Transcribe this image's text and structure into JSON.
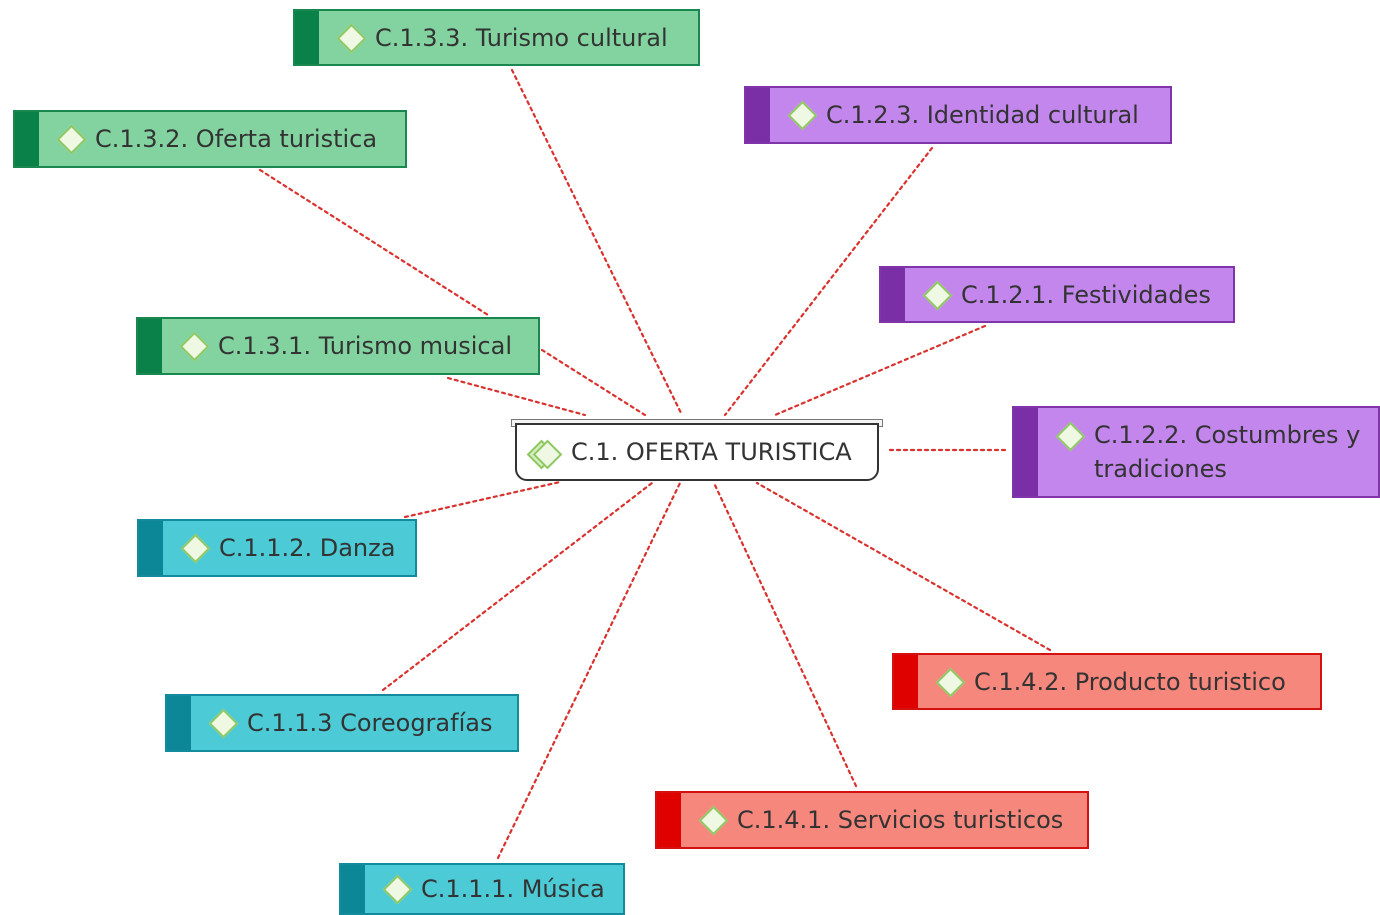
{
  "central": {
    "label": "C.1. OFERTA TURISTICA"
  },
  "nodes": [
    {
      "id": "c133",
      "label": "C.1.3.3. Turismo cultural",
      "group": "green"
    },
    {
      "id": "c132",
      "label": "C.1.3.2. Oferta turistica",
      "group": "green"
    },
    {
      "id": "c131",
      "label": "C.1.3.1. Turismo musical",
      "group": "green"
    },
    {
      "id": "c123",
      "label": "C.1.2.3. Identidad cultural",
      "group": "purple"
    },
    {
      "id": "c121",
      "label": "C.1.2.1. Festividades",
      "group": "purple"
    },
    {
      "id": "c122",
      "label": "C.1.2.2. Costumbres y tradiciones",
      "group": "purple"
    },
    {
      "id": "c112",
      "label": "C.1.1.2. Danza",
      "group": "teal"
    },
    {
      "id": "c113",
      "label": "C.1.1.3 Coreografías",
      "group": "teal"
    },
    {
      "id": "c111",
      "label": "C.1.1.1. Música",
      "group": "teal"
    },
    {
      "id": "c142",
      "label": "C.1.4.2. Producto turistico",
      "group": "red"
    },
    {
      "id": "c141",
      "label": "C.1.4.1. Servicios turisticos",
      "group": "red"
    }
  ],
  "connector_color": "#d9322e",
  "group_colors": {
    "green": "#82d3a0",
    "purple": "#c386ed",
    "teal": "#4ccad6",
    "red": "#f6877c"
  }
}
